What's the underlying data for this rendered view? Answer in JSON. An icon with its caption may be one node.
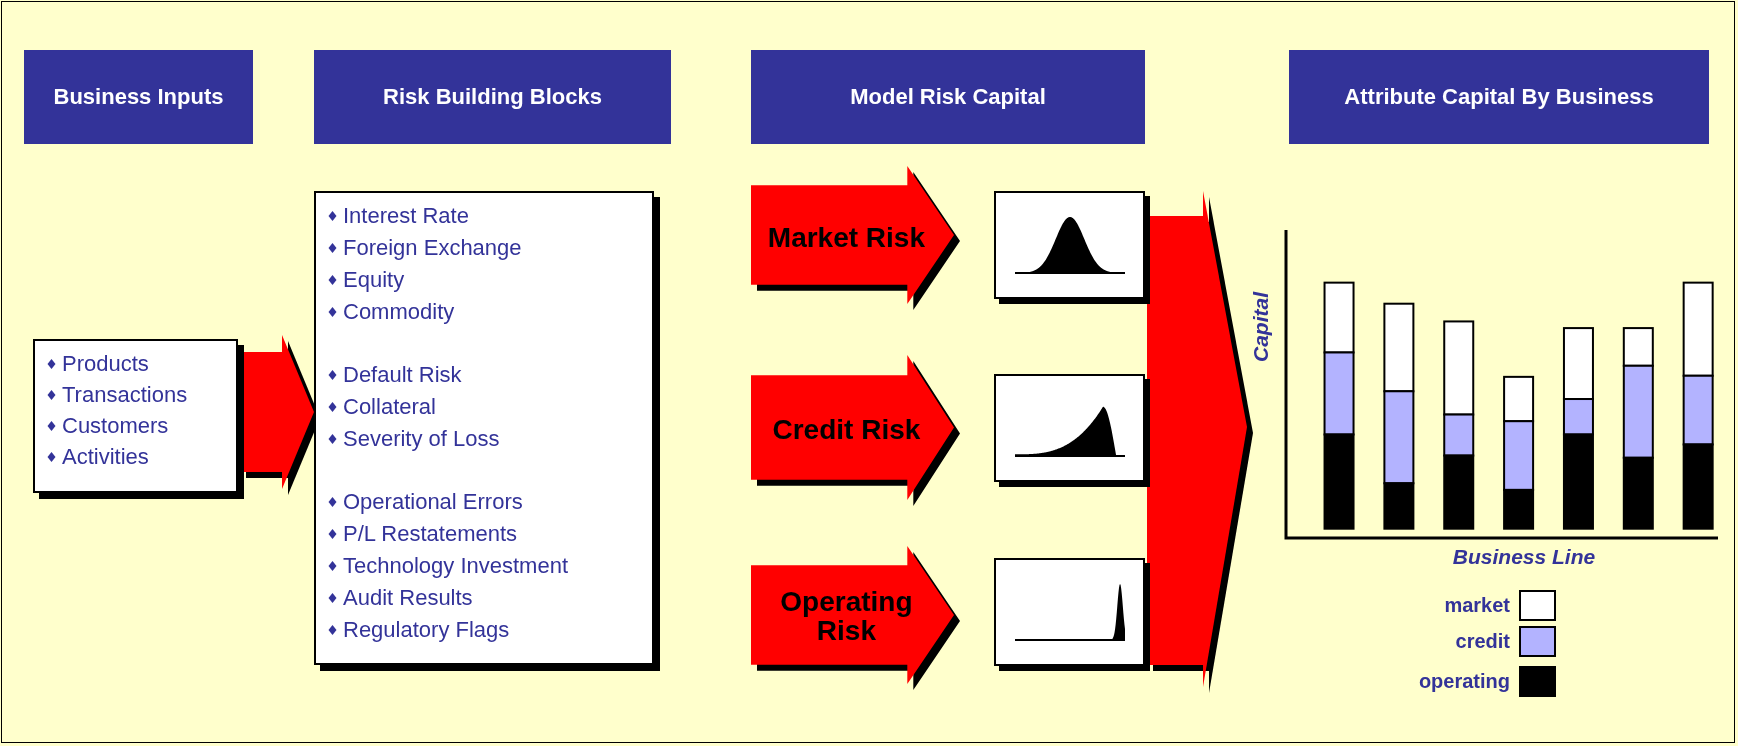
{
  "diagram": {
    "nodes": [
      {
        "text": [
          "Business Inputs"
        ]
      },
      {
        "text": [
          "Risk Building Blocks"
        ]
      },
      {
        "text": [
          "Model Risk Capital"
        ]
      },
      {
        "text": [
          "Attribute Capital By Business"
        ]
      },
      {
        "text": [
          "Products",
          "Transactions",
          "Customers",
          "Activities"
        ]
      },
      {
        "text": [
          "Interest Rate",
          "Foreign Exchange",
          "Equity",
          "Commodity",
          "Default Risk",
          "Collateral",
          "Severity of Loss",
          "Operational Errors",
          "P/L Restatements",
          "Technology Investment",
          "Audit Results",
          "Regulatory Flags"
        ]
      },
      {
        "text": [
          "Market Risk"
        ]
      },
      {
        "text": [],
        "shape": "picture"
      },
      {
        "text": [
          "Credit Risk"
        ]
      },
      {
        "text": [],
        "shape": "picture"
      },
      {
        "text": [
          "Operating Risk"
        ]
      },
      {
        "text": [],
        "shape": "picture"
      },
      {
        "text": [],
        "shape": "picture",
        "beside": [
          "Capital",
          "Business Line"
        ]
      }
    ],
    "edges": [
      {
        "from": 4,
        "to": 5,
        "arrow": "to"
      },
      {
        "from": 7,
        "to": 12,
        "arrow": "to"
      },
      {
        "from": 9,
        "to": 12,
        "arrow": "to"
      },
      {
        "from": 11,
        "to": 12,
        "arrow": "to"
      }
    ],
    "legend": [
      {
        "text": "market",
        "color": "#ffffff"
      },
      {
        "text": "credit",
        "color": "#b3b3ff"
      },
      {
        "text": "operating",
        "color": "#000000"
      }
    ]
  }
}
